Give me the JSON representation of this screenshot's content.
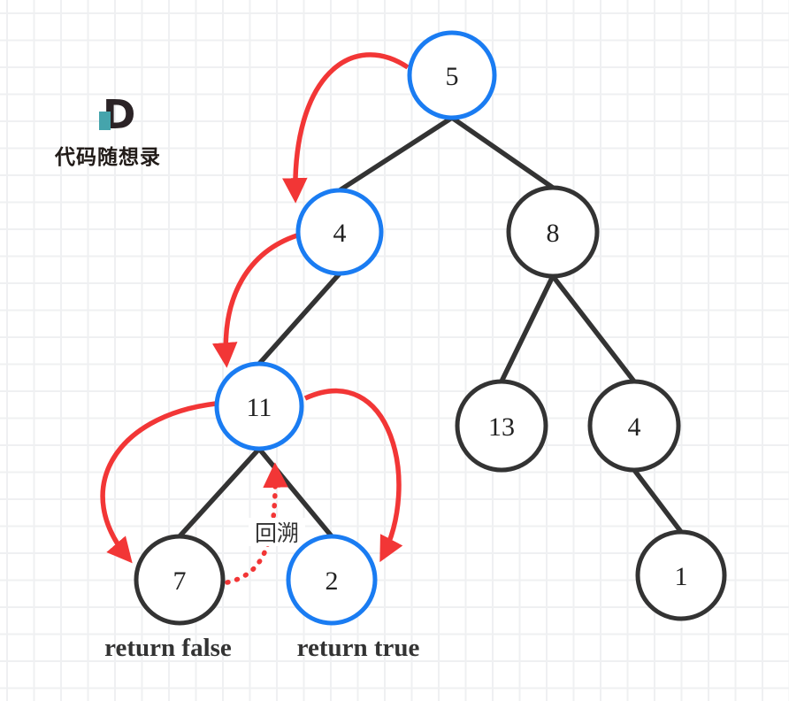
{
  "logo": {
    "letter": "D",
    "name": "代码随想录"
  },
  "tree": {
    "nodes": [
      {
        "id": "root-5",
        "value": "5",
        "highlighted": true
      },
      {
        "id": "left-4",
        "value": "4",
        "highlighted": true
      },
      {
        "id": "right-8",
        "value": "8",
        "highlighted": false
      },
      {
        "id": "node-11",
        "value": "11",
        "highlighted": true
      },
      {
        "id": "node-13",
        "value": "13",
        "highlighted": false
      },
      {
        "id": "right-4",
        "value": "4",
        "highlighted": false
      },
      {
        "id": "node-7",
        "value": "7",
        "highlighted": false
      },
      {
        "id": "node-2",
        "value": "2",
        "highlighted": true
      },
      {
        "id": "node-1",
        "value": "1",
        "highlighted": false
      }
    ],
    "edges": [
      [
        "5",
        "4"
      ],
      [
        "5",
        "8"
      ],
      [
        "4",
        "11"
      ],
      [
        "8",
        "13"
      ],
      [
        "8",
        "4"
      ],
      [
        "11",
        "7"
      ],
      [
        "11",
        "2"
      ],
      [
        "4",
        "1"
      ]
    ]
  },
  "traversal": {
    "arrows": [
      {
        "from": "5",
        "to": "4",
        "style": "solid"
      },
      {
        "from": "4",
        "to": "11",
        "style": "solid"
      },
      {
        "from": "11",
        "to": "7",
        "style": "solid"
      },
      {
        "from": "7",
        "to": "11",
        "style": "dotted",
        "label": "回溯"
      },
      {
        "from": "11",
        "to": "2",
        "style": "solid"
      }
    ]
  },
  "annotations": {
    "backtrack_label": "回溯",
    "return_false": "return false",
    "return_true": "return true"
  },
  "colors": {
    "highlight_node": "#1a7cf2",
    "default_node": "#333333",
    "arrow_red": "#f23636",
    "logo_teal": "#45a4ac",
    "grid_line": "#eff0f2",
    "background": "#ffffff"
  }
}
